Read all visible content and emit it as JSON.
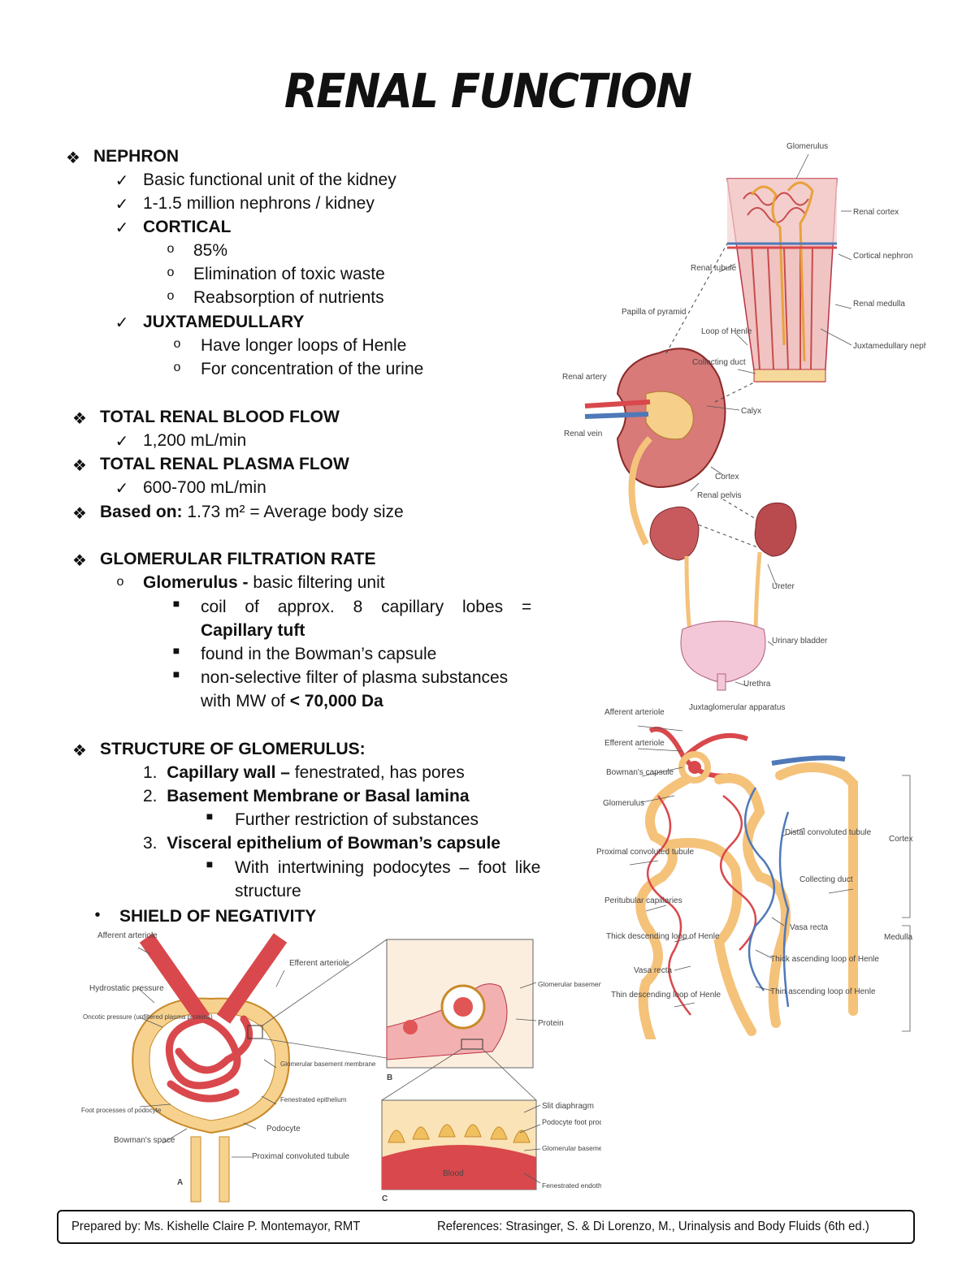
{
  "title": "RENAL FUNCTION",
  "nephron": {
    "heading": "NEPHRON",
    "items": [
      "Basic functional unit of the kidney",
      "1-1.5 million nephrons / kidney"
    ],
    "cortical": {
      "label": "CORTICAL",
      "items": [
        "85%",
        "Elimination of toxic waste",
        "Reabsorption of nutrients"
      ]
    },
    "juxta": {
      "label": "JUXTAMEDULLARY",
      "items": [
        "Have longer loops of Henle",
        "For concentration of the urine"
      ]
    }
  },
  "blood_flow": {
    "heading": "TOTAL RENAL BLOOD FLOW",
    "value": "1,200 mL/min"
  },
  "plasma_flow": {
    "heading": "TOTAL RENAL PLASMA FLOW",
    "value": "600-700 mL/min"
  },
  "based_on": {
    "label": "Based on:",
    "text": " 1.73 m² = Average body size"
  },
  "gfr": {
    "heading": "GLOMERULAR FILTRATION RATE",
    "glomerulus_label": "Glomerulus -",
    "glomerulus_text": " basic filtering unit",
    "bullets": [
      {
        "text": "coil of approx. 8 capillary lobes =",
        "bold": "Capillary tuft"
      },
      {
        "text": "found in the Bowman’s capsule"
      },
      {
        "text": "non-selective filter of plasma substances",
        "text2": "with MW of ",
        "bold": "< 70,000 Da"
      }
    ]
  },
  "structure": {
    "heading": "STRUCTURE OF GLOMERULUS:",
    "items": [
      {
        "num": "1.",
        "bold": "Capillary wall –",
        "text": " fenestrated, has pores"
      },
      {
        "num": "2.",
        "bold": "Basement Membrane or Basal lamina",
        "sub": "Further restriction of substances"
      },
      {
        "num": "3.",
        "bold": "Visceral epithelium of Bowman’s capsule",
        "sub": "With intertwining podocytes – foot like",
        "sub2": "structure"
      }
    ]
  },
  "shield": {
    "heading": "SHIELD OF NEGATIVITY"
  },
  "figure_kidney": {
    "labels": [
      "Glomerulus",
      "Renal cortex",
      "Cortical nephron",
      "Renal medulla",
      "Juxtamedullary nephron",
      "Renal tubule",
      "Papilla of pyramid",
      "Loop of Henle",
      "Collecting duct",
      "Renal artery",
      "Renal vein",
      "Calyx",
      "Cortex",
      "Renal pelvis",
      "Ureter",
      "Urinary bladder",
      "Urethra"
    ]
  },
  "figure_nephron": {
    "labels": [
      "Afferent arteriole",
      "Juxtaglomerular apparatus",
      "Efferent arteriole",
      "Bowman's capsule",
      "Glomerulus",
      "Distal convoluted tubule",
      "Cortex",
      "Proximal convoluted tubule",
      "Collecting duct",
      "Peritubular capillaries",
      "Vasa recta",
      "Medulla",
      "Thick descending loop of Henle",
      "Thick ascending loop of Henle",
      "Vasa recta",
      "Thin descending loop of Henle",
      "Thin ascending loop of Henle"
    ]
  },
  "figure_glom": {
    "labels": [
      "Afferent arteriole",
      "Efferent arteriole",
      "Hydrostatic pressure",
      "Oncotic pressure (unfiltered plasma proteins)",
      "Glomerular basement membrane",
      "Fenestrated epithelium",
      "Foot processes of podocyte",
      "Podocyte",
      "Bowman's space",
      "Proximal convoluted tubule",
      "A",
      "Glomerular basement membrane",
      "Protein",
      "B",
      "Slit diaphragm",
      "Podocyte foot process",
      "Glomerular basement membrane",
      "Fenestrated endothelium",
      "Blood",
      "C"
    ]
  },
  "footer": {
    "prepared": "Prepared by: Ms. Kishelle Claire P. Montemayor, RMT",
    "references": "References: Strasinger, S. & Di Lorenzo, M., Urinalysis and Body Fluids (6th ed.)"
  },
  "colors": {
    "artery": "#d9484c",
    "vein": "#4f79b8",
    "tubule": "#f5c27a",
    "tissue": "#e9a9a6"
  }
}
